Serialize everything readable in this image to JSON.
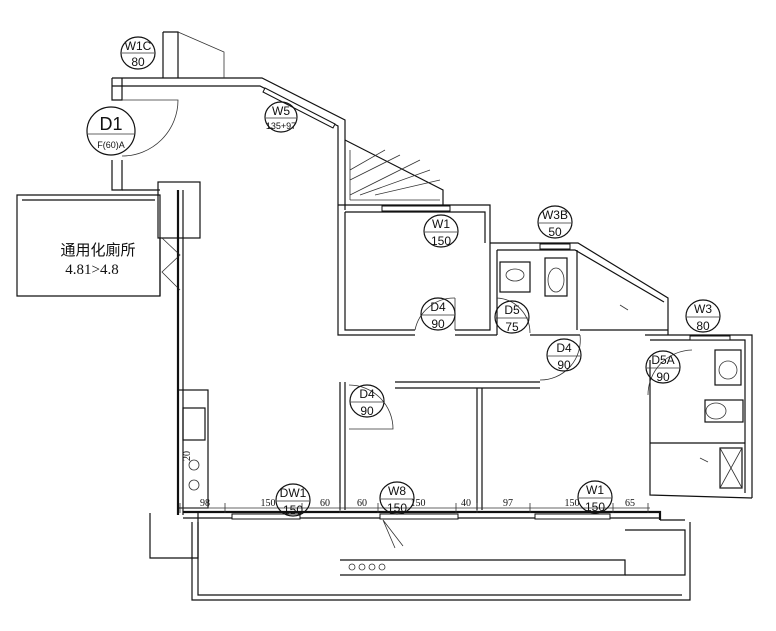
{
  "tags": {
    "W1C": {
      "code": "W1C",
      "size": "80"
    },
    "D1": {
      "code": "D1",
      "size": "F(60)A"
    },
    "W5": {
      "code": "W5",
      "size": "135+97"
    },
    "W1_top": {
      "code": "W1",
      "size": "150"
    },
    "W3B": {
      "code": "W3B",
      "size": "50"
    },
    "D4_a": {
      "code": "D4",
      "size": "90"
    },
    "D5": {
      "code": "D5",
      "size": "75"
    },
    "D4_b": {
      "code": "D4",
      "size": "90"
    },
    "W3": {
      "code": "W3",
      "size": "80"
    },
    "D5A": {
      "code": "D5A",
      "size": "90"
    },
    "D4_c": {
      "code": "D4",
      "size": "90"
    },
    "DW1": {
      "code": "DW1",
      "size": "150"
    },
    "W8": {
      "code": "W8",
      "size": "150"
    },
    "W1_bottom": {
      "code": "W1",
      "size": "150"
    }
  },
  "room_label": {
    "line1": "通用化廁所",
    "line2": "4.81>4.8"
  },
  "dimensions": {
    "d98": "98",
    "d150a": "150",
    "d60a": "60",
    "d60b": "60",
    "d150b": "150",
    "d40": "40",
    "d97": "97",
    "d150c": "150",
    "d65": "65",
    "d20": "20"
  }
}
